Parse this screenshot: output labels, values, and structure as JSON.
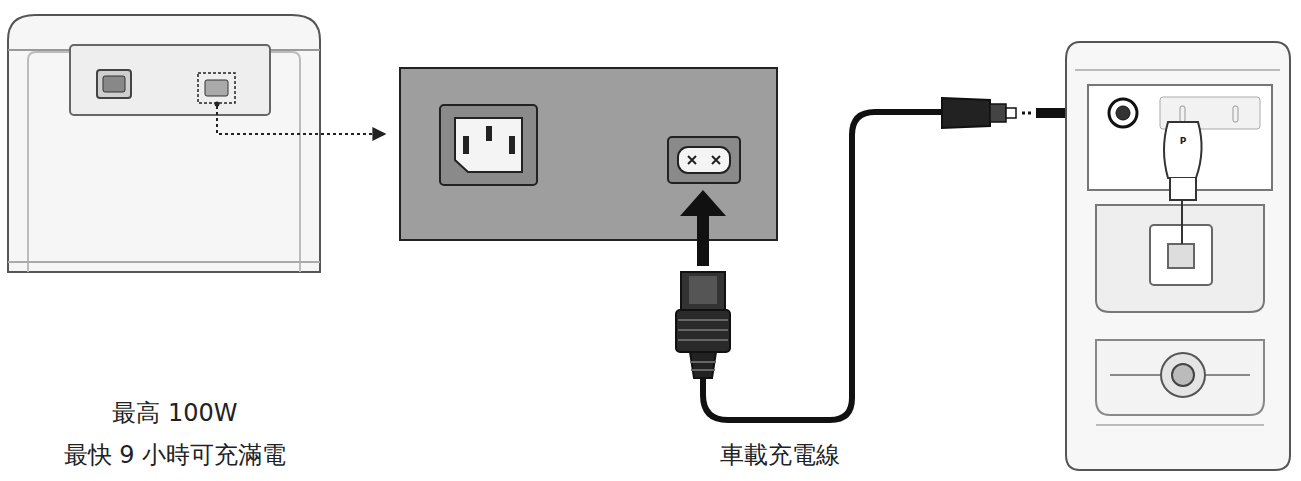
{
  "diagram": {
    "labels": [
      "最高 100W",
      "最快 9 小時可充滿電",
      "車載充電線",
      "P"
    ]
  }
}
